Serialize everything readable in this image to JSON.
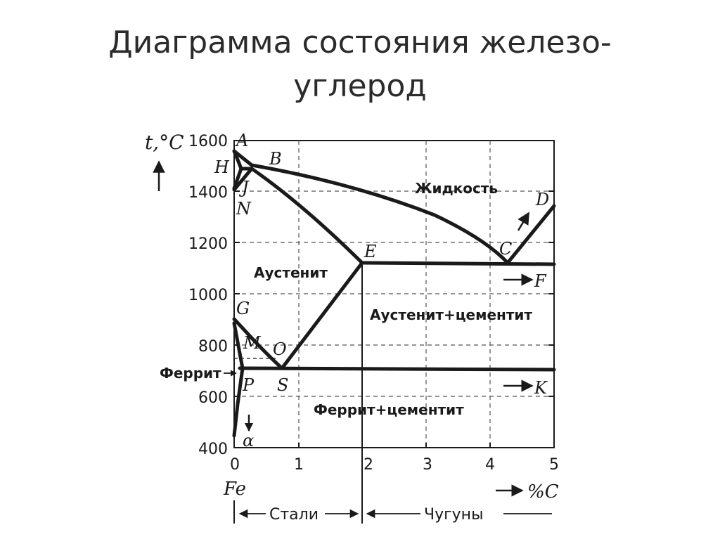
{
  "title": {
    "line1": "Диаграмма состояния железо-",
    "line2": "углерод"
  },
  "diagram": {
    "y_axis": {
      "label": "t,°C",
      "ticks": [
        1600,
        1400,
        1200,
        1000,
        800,
        600,
        400
      ]
    },
    "x_axis": {
      "label": "%C",
      "origin_label": "Fe",
      "ticks": [
        0,
        1,
        2,
        3,
        4,
        5
      ]
    },
    "points": {
      "A": "A",
      "B": "B",
      "H": "H",
      "J": "J",
      "N": "N",
      "E": "E",
      "C": "C",
      "D": "D",
      "F": "F",
      "G": "G",
      "M": "M",
      "O": "O",
      "P": "P",
      "S": "S",
      "K": "K",
      "alpha": "α"
    },
    "regions": {
      "liquid": "Жидкость",
      "austenite": "Аустенит",
      "austenite_cementite": "Аустенит+цементит",
      "ferrite_cementite": "Феррит+цементит",
      "ferrite": "Феррит"
    },
    "ranges": {
      "steels": "Стали",
      "cast_irons": "Чугуны"
    }
  }
}
